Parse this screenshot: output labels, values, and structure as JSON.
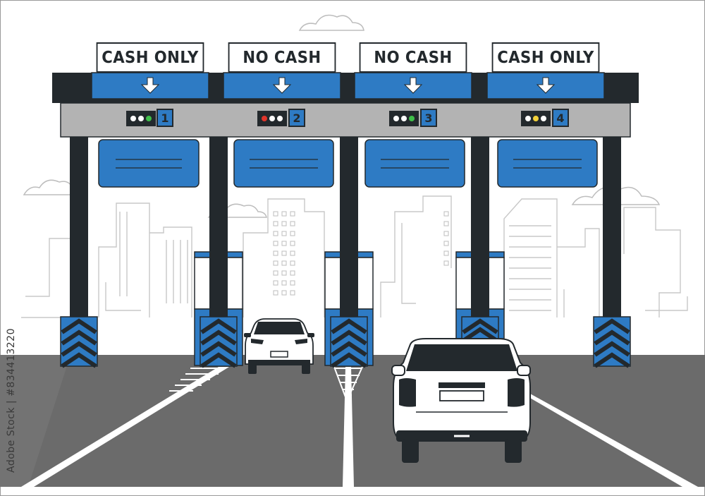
{
  "toll_plaza": {
    "lanes": [
      {
        "sign": "CASH ONLY",
        "number": "1",
        "lights": [
          "#ffffff",
          "#ffffff",
          "#3fbf4a"
        ]
      },
      {
        "sign": "NO CASH",
        "number": "2",
        "lights": [
          "#e0352b",
          "#ffffff",
          "#ffffff"
        ]
      },
      {
        "sign": "NO CASH",
        "number": "3",
        "lights": [
          "#ffffff",
          "#ffffff",
          "#3fbf4a"
        ]
      },
      {
        "sign": "CASH ONLY",
        "number": "4",
        "lights": [
          "#ffffff",
          "#f2d13a",
          "#ffffff"
        ]
      }
    ]
  },
  "watermark": {
    "text": "Adobe Stock | #834413220"
  },
  "colors": {
    "blue": "#2e7bc4",
    "dark": "#23292d",
    "gray_beam": "#b3b3b3",
    "road": "#6b6b6b",
    "city_line": "#c8c8c8"
  }
}
